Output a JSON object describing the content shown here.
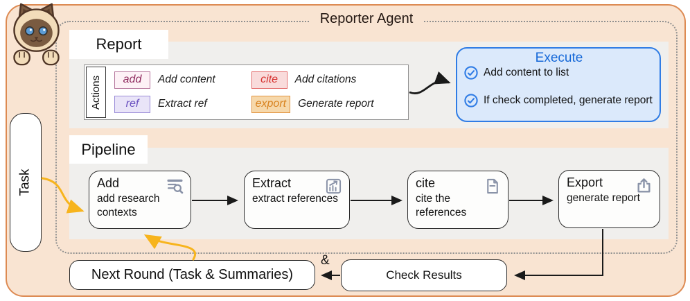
{
  "title": "Reporter Agent",
  "mascot": "siamese-cat",
  "task": {
    "label": "Task"
  },
  "report": {
    "section_label": "Report",
    "actions_header": "Actions",
    "actions": [
      {
        "badge": "add",
        "label": "Add content",
        "text_color": "#8e2a5e",
        "border_color": "#b4749c",
        "bg_color": "#fdf1f6"
      },
      {
        "badge": "ref",
        "label": "Extract ref",
        "text_color": "#6a51c0",
        "border_color": "#9a8bd8",
        "bg_color": "#e9e4f8"
      },
      {
        "badge": "cite",
        "label": "Add citations",
        "text_color": "#d63230",
        "border_color": "#e26868",
        "bg_color": "#f9dbdb"
      },
      {
        "badge": "export",
        "label": "Generate report",
        "text_color": "#d8821f",
        "border_color": "#e2933f",
        "bg_color": "#f6d8ab"
      }
    ]
  },
  "execute": {
    "title": "Execute",
    "items": [
      "Add content to list",
      "If check completed, generate report"
    ]
  },
  "pipeline": {
    "section_label": "Pipeline",
    "steps": [
      {
        "name": "Add",
        "desc": "add research contexts",
        "icon": "search-list-icon"
      },
      {
        "name": "Extract",
        "desc": "extract references",
        "icon": "chart-icon"
      },
      {
        "name": "cite",
        "desc": "cite the references",
        "icon": "document-icon"
      },
      {
        "name": "Export",
        "desc": "generate report",
        "icon": "share-icon"
      }
    ]
  },
  "loop": {
    "next_round_label": "Next Round (Task & Summaries)",
    "joiner": "&",
    "check_results_label": "Check Results"
  },
  "colors": {
    "panel_bg": "#f9e4d2",
    "panel_border": "#dd8a52",
    "section_bg": "#f0efed",
    "dotted_border": "#8f8f8f",
    "execute_bg": "#dbe9fb",
    "execute_border": "#2f7ce5",
    "execute_title": "#1568d8",
    "arrow_black": "#1a1a1a",
    "arrow_yellow": "#f7b41d",
    "pipeline_icon": "#8a93a8"
  }
}
